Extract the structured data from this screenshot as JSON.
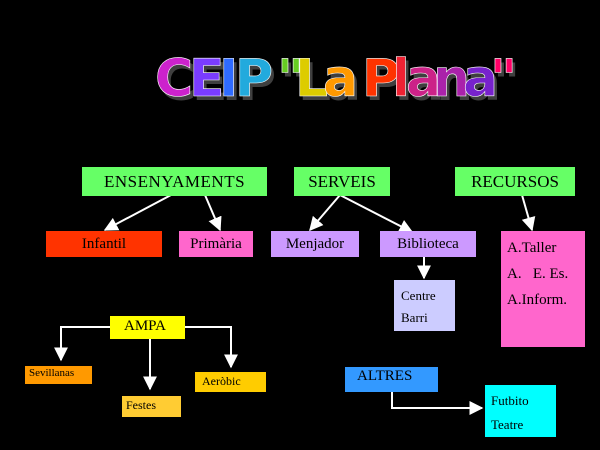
{
  "title": {
    "text": "CEIP \"La Plana\"",
    "letters": [
      "C",
      "E",
      "I",
      "P",
      " ",
      "\"",
      "L",
      "a",
      " ",
      "P",
      "l",
      "a",
      "n",
      "a",
      "\""
    ],
    "colors": [
      "#cc22cc",
      "#7a3cff",
      "#2f6bff",
      "#22aadd",
      "#22bb66",
      "#66cc22",
      "#ddcc00",
      "#ff9900",
      "#ff6600",
      "#ff3300",
      "#ee2233",
      "#cc2288",
      "#aa22aa",
      "#7722cc",
      "#ff0066"
    ]
  },
  "colors": {
    "green": "#66ff66",
    "red": "#ff3300",
    "magenta": "#ff66cc",
    "lavender": "#cc99ff",
    "lilac": "#ccccff",
    "yellow": "#ffff00",
    "orange": "#ff9900",
    "light_orange": "#ffcc33",
    "gold": "#ffcc00",
    "blue": "#3399ff",
    "cyan": "#00ffff"
  },
  "nodes": {
    "ensenyaments": "ENSENYAMENTS",
    "serveis": "SERVEIS",
    "recursos": "RECURSOS",
    "infantil": "Infantil",
    "primaria": "Primària",
    "menjador": "Menjador",
    "biblioteca": "Biblioteca",
    "centre_barri": {
      "line1": "Centre",
      "line2": "Barri"
    },
    "recursos_list": [
      "A.Taller",
      "A.   E. Es.",
      "A.Inform."
    ],
    "ampa": "AMPA",
    "sevillanas": "Sevillanas",
    "festes": "Festes",
    "aerobic": "Aeròbic",
    "altres": "ALTRES",
    "altres_list": [
      "Futbito",
      "Teatre"
    ]
  }
}
